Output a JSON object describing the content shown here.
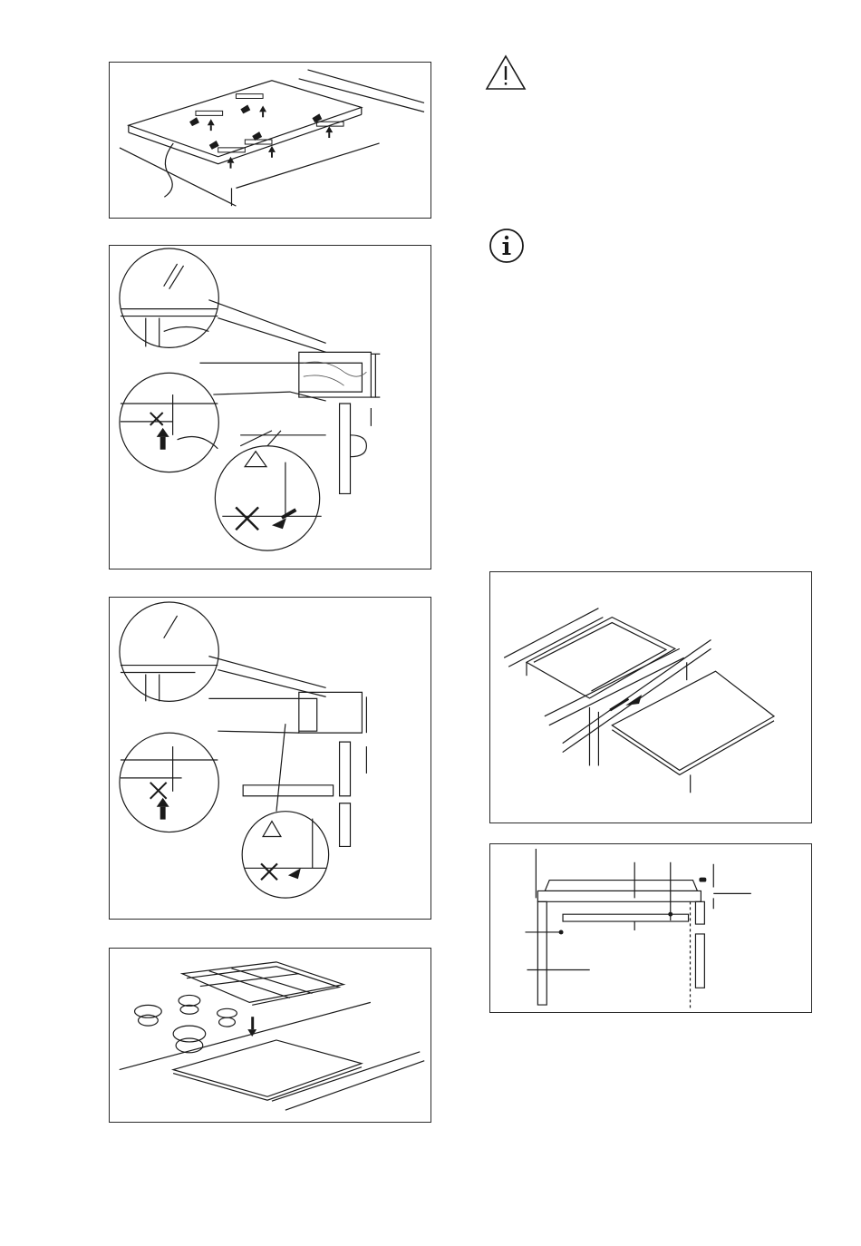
{
  "page": {
    "background": "#ffffff",
    "line_color": "#1a1a1a"
  },
  "figures": [
    {
      "name": "hob-underside-clamps",
      "icon": "hob-clamp-diagram"
    },
    {
      "name": "seal-installation-drawer",
      "icon": "sealant-diagram"
    },
    {
      "name": "seal-installation-panel",
      "icon": "sealant-diagram"
    },
    {
      "name": "pan-supports-placement",
      "icon": "pan-support-diagram"
    },
    {
      "name": "cutout-insertion",
      "icon": "cutout-diagram"
    },
    {
      "name": "cabinet-cross-section",
      "icon": "cross-section-diagram"
    }
  ],
  "symbols": {
    "warning": "warning-triangle-icon",
    "information": "info-icon"
  }
}
